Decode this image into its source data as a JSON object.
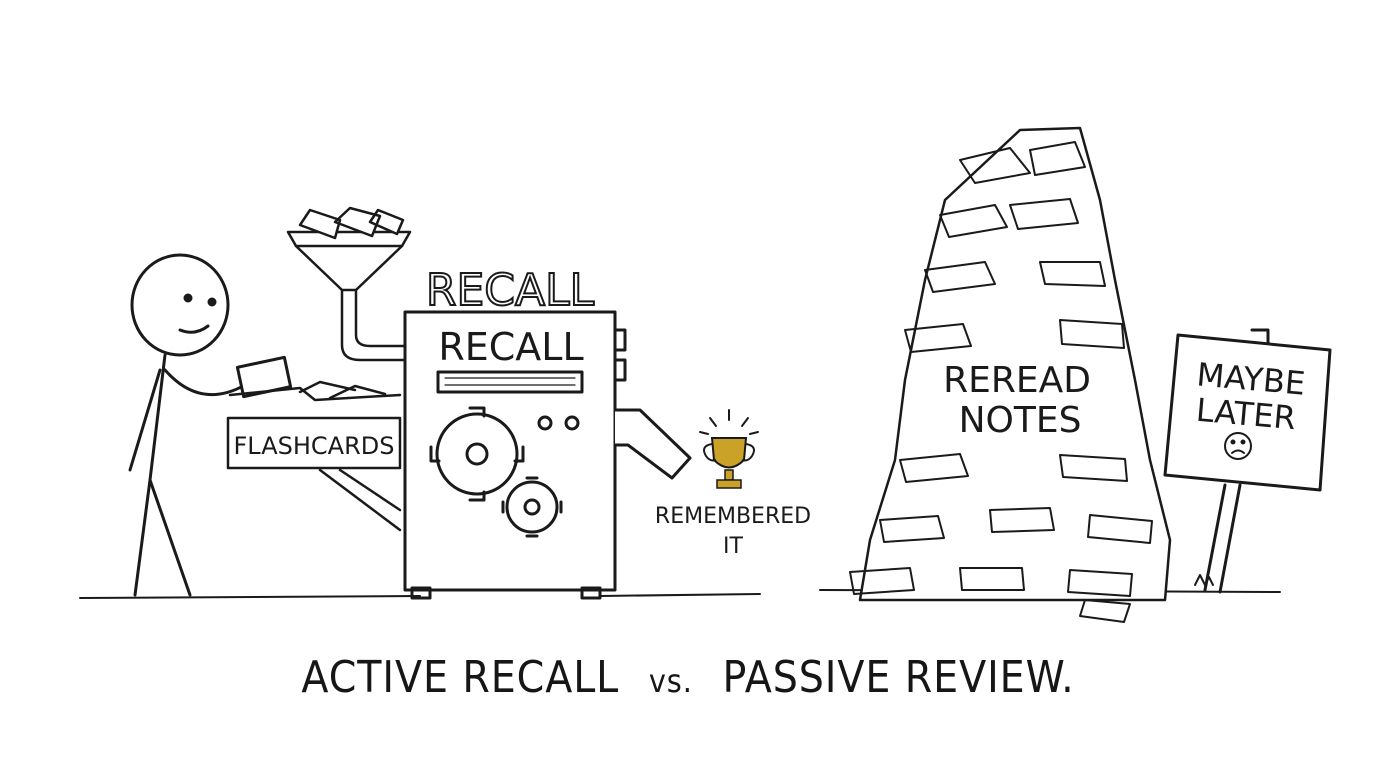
{
  "machine": {
    "top_label": "RECALL",
    "panel_label": "RECALL",
    "box_label": "FLASHCARDS"
  },
  "result": {
    "line1": "REMEMBERED",
    "line2": "IT"
  },
  "pile": {
    "line1": "REREAD",
    "line2": "NOTES"
  },
  "sign": {
    "line1": "MAYBE",
    "line2": "LATER"
  },
  "caption": {
    "left": "ACTIVE RECALL",
    "vs": "vs.",
    "right": "PASSIVE REVIEW."
  },
  "colors": {
    "ink": "#1a1a1a",
    "trophy": "#c9a227"
  }
}
